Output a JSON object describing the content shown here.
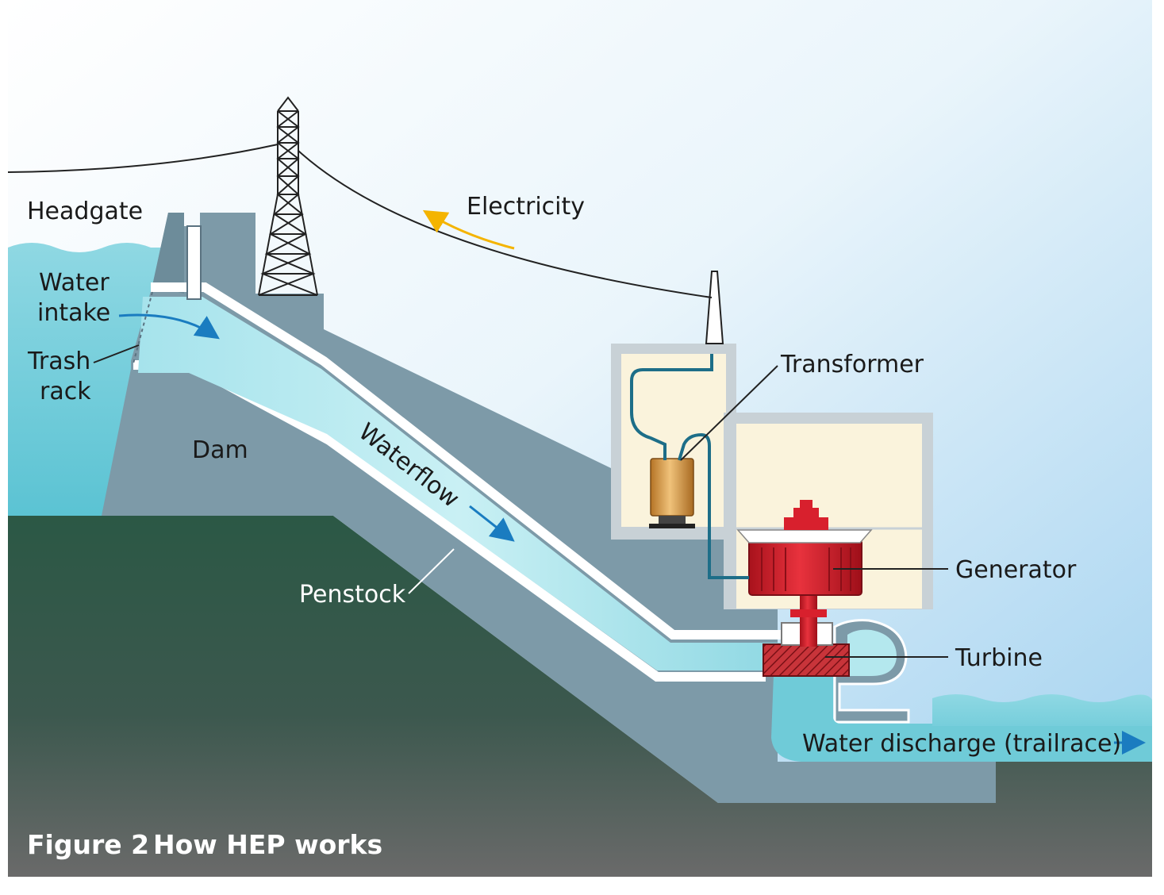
{
  "labels": {
    "headgate": "Headgate",
    "water_intake_line1": "Water",
    "water_intake_line2": "intake",
    "trash_rack_line1": "Trash",
    "trash_rack_line2": "rack",
    "dam": "Dam",
    "electricity": "Electricity",
    "waterflow": "Waterflow",
    "penstock": "Penstock",
    "transformer": "Transformer",
    "generator": "Generator",
    "turbine": "Turbine",
    "water_discharge": "Water discharge (trailrace)"
  },
  "caption": {
    "figure_number": "Figure 2",
    "title": "How HEP works"
  },
  "colors": {
    "sky_top": "#a9d6f0",
    "sky_bottom": "#ffffff",
    "water": "#6fcbd8",
    "water_light": "#b4e8ee",
    "ground_top": "#2c5642",
    "ground_bottom": "#656565",
    "concrete": "#7d9aa8",
    "concrete_dark": "#60808e",
    "building_interior": "#faf3dc",
    "building_frame": "#c8d1d6",
    "generator_red": "#d8202d",
    "transformer_gold": "#d99a4a",
    "electricity_arrow": "#f4b400",
    "flow_arrow": "#1a7cc0",
    "wire_blue": "#1d6e88"
  }
}
